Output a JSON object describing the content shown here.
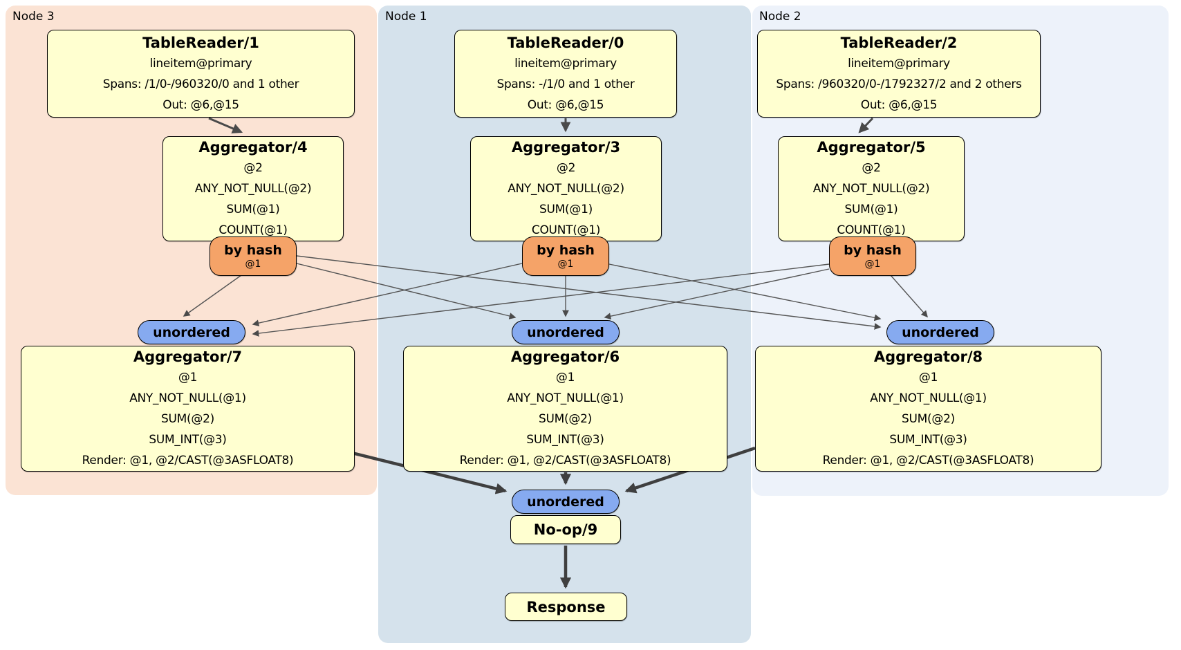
{
  "panels": [
    {
      "label": "Node 3"
    },
    {
      "label": "Node 1"
    },
    {
      "label": "Node 2"
    }
  ],
  "processors": {
    "tr1": {
      "title": "TableReader/1",
      "lines": [
        "lineitem@primary",
        "Spans: /1/0-/960320/0 and 1 other",
        "Out: @6,@15"
      ]
    },
    "tr0": {
      "title": "TableReader/0",
      "lines": [
        "lineitem@primary",
        "Spans: -/1/0 and 1 other",
        "Out: @6,@15"
      ]
    },
    "tr2": {
      "title": "TableReader/2",
      "lines": [
        "lineitem@primary",
        "Spans: /960320/0-/1792327/2 and 2 others",
        "Out: @6,@15"
      ]
    },
    "agg4": {
      "title": "Aggregator/4",
      "lines": [
        "@2",
        "ANY_NOT_NULL(@2)",
        "SUM(@1)",
        "COUNT(@1)"
      ]
    },
    "agg3": {
      "title": "Aggregator/3",
      "lines": [
        "@2",
        "ANY_NOT_NULL(@2)",
        "SUM(@1)",
        "COUNT(@1)"
      ]
    },
    "agg5": {
      "title": "Aggregator/5",
      "lines": [
        "@2",
        "ANY_NOT_NULL(@2)",
        "SUM(@1)",
        "COUNT(@1)"
      ]
    },
    "agg7": {
      "title": "Aggregator/7",
      "lines": [
        "@1",
        "ANY_NOT_NULL(@1)",
        "SUM(@2)",
        "SUM_INT(@3)",
        "Render: @1, @2/CAST(@3ASFLOAT8)"
      ]
    },
    "agg6": {
      "title": "Aggregator/6",
      "lines": [
        "@1",
        "ANY_NOT_NULL(@1)",
        "SUM(@2)",
        "SUM_INT(@3)",
        "Render: @1, @2/CAST(@3ASFLOAT8)"
      ]
    },
    "agg8": {
      "title": "Aggregator/8",
      "lines": [
        "@1",
        "ANY_NOT_NULL(@1)",
        "SUM(@2)",
        "SUM_INT(@3)",
        "Render: @1, @2/CAST(@3ASFLOAT8)"
      ]
    },
    "noop9": {
      "title": "No-op/9"
    },
    "response": {
      "title": "Response"
    }
  },
  "router": {
    "label": "by hash",
    "sub": "@1"
  },
  "sync": {
    "label": "unordered"
  },
  "colors": {
    "panel-node3": "#fbe3d4",
    "panel-node1": "#d5e2ec",
    "panel-node2": "#edf2fa",
    "processor-fill": "#ffffd0",
    "processor-border": "#000000",
    "router-fill": "#f5a368",
    "sync-fill": "#86aaf0",
    "edge": "#4a4a4a"
  }
}
